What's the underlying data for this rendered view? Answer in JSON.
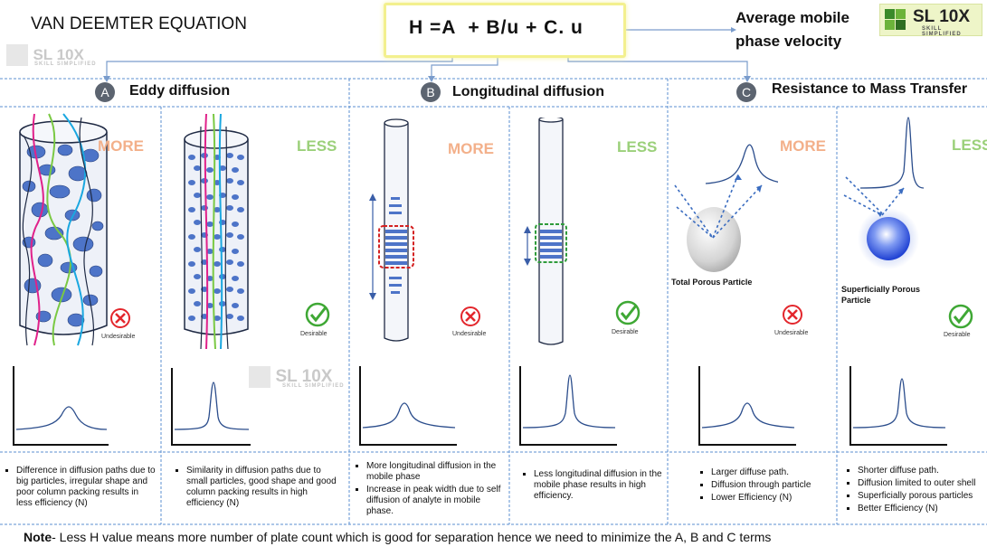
{
  "title": "VAN DEEMTER EQUATION",
  "equation": {
    "text": "H =A  + B/u + C. u"
  },
  "velocity_label": "Average mobile phase velocity",
  "logo": {
    "main": "SL 10X",
    "tagline": "SKILL SIMPLIFIED"
  },
  "sections": [
    {
      "badge": "A",
      "title": "Eddy diffusion"
    },
    {
      "badge": "B",
      "title": "Longitudinal diffusion"
    },
    {
      "badge": "C",
      "title": "Resistance to Mass Transfer"
    }
  ],
  "panels": [
    {
      "tag": "MORE",
      "status": "Undesirable",
      "peak": "broad",
      "desc": [
        "Difference in diffusion paths due to big particles, irregular shape and poor column packing results in less efficiency (N)"
      ]
    },
    {
      "tag": "LESS",
      "status": "Desirable",
      "peak": "sharp",
      "desc": [
        "Similarity in diffusion paths due to small particles, good shape and good column packing results in high efficiency (N)"
      ]
    },
    {
      "tag": "MORE",
      "status": "Undesirable",
      "peak": "broad",
      "desc": [
        "More longitudinal diffusion in the mobile phase",
        "Increase in peak width due to self diffusion of analyte in mobile phase."
      ]
    },
    {
      "tag": "LESS",
      "status": "Desirable",
      "peak": "sharp",
      "desc": [
        "Less longitudinal diffusion in the mobile phase results in high efficiency."
      ]
    },
    {
      "tag": "MORE",
      "status": "Undesirable",
      "peak": "broad",
      "particle_label": "Total Porous Particle",
      "desc": [
        "Larger diffuse path.",
        "Diffusion through particle",
        "Lower Efficiency (N)"
      ]
    },
    {
      "tag": "LESS",
      "status": "Desirable",
      "peak": "sharp",
      "particle_label": "Superficially Porous Particle",
      "desc": [
        "Shorter diffuse path.",
        "Diffusion limited to outer shell",
        "Superficially porous particles",
        "Better Efficiency (N)"
      ]
    }
  ],
  "note": {
    "bold": "Note",
    "text": "- Less H value means more number of plate count which is good for separation hence we need to minimize the A, B and C terms"
  }
}
